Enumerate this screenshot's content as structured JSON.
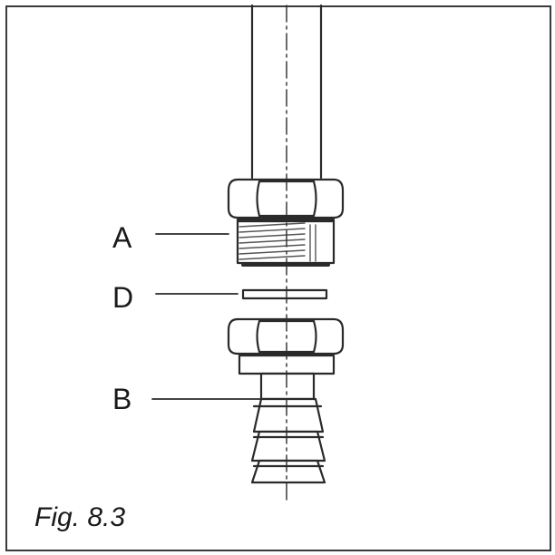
{
  "figure": {
    "caption": "Fig. 8.3",
    "labels": {
      "a": "A",
      "d": "D",
      "b": "B"
    }
  },
  "colors": {
    "line": "#2a2a2a",
    "background": "#ffffff"
  }
}
